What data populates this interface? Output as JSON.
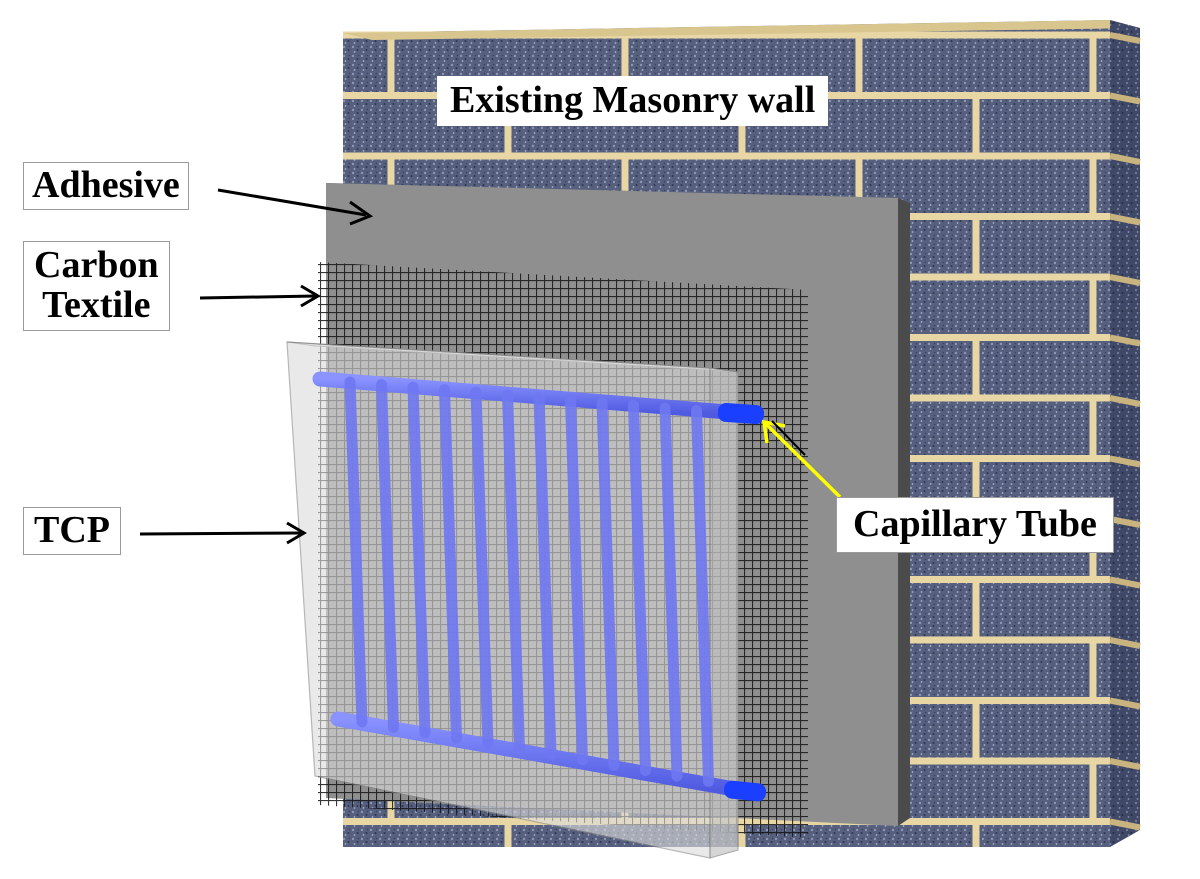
{
  "labels": {
    "wall": "Existing Masonry wall",
    "adhesive": "Adhesive",
    "carbon_line1": "Carbon",
    "carbon_line2": "Textile",
    "tcp": "TCP",
    "capillary": "Capillary Tube"
  },
  "colors": {
    "brick": "#4d5878",
    "mortar": "#e8d7a5",
    "wall_side": "#3b4563",
    "adhesive_face": "#8f8f8f",
    "adhesive_edge": "#4b4b4b",
    "mesh": "#1a1a1a",
    "tcp_panel": "#d8d8d8",
    "tube": "#6f78f2",
    "tube_end": "#1b3fff",
    "arrow_black": "#000000",
    "arrow_yellow": "#ffff00"
  },
  "tubes": {
    "vertical_count": 12
  }
}
